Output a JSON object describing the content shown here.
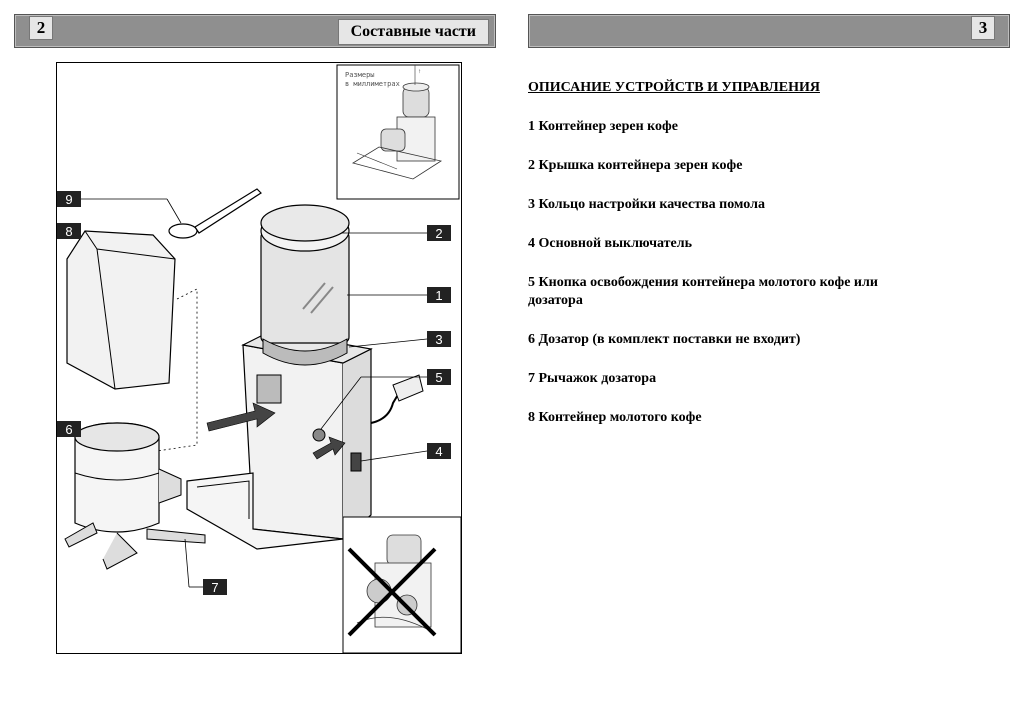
{
  "header": {
    "left_page": "2",
    "right_page": "3",
    "section_title": "Составные части"
  },
  "figure": {
    "inset_note_line1": "Размеры",
    "inset_note_line2": "в миллиметрах",
    "callouts": [
      "1",
      "2",
      "3",
      "4",
      "5",
      "6",
      "7",
      "8",
      "9"
    ]
  },
  "description": {
    "title": "ОПИСАНИЕ УСТРОЙСТВ И УПРАВЛЕНИЯ",
    "items": [
      "1 Контейнер зерен кофе",
      "2 Крышка контейнера зерен кофе",
      "3 Кольцо настройки качества помола",
      "4 Основной выключатель",
      "5 Кнопка освобождения контейнера молотого кофе или дозатора",
      "6 Дозатор  (в комплект поставки не входит)",
      "7 Рычажок дозатора",
      "8 Контейнер молотого кофе"
    ]
  }
}
